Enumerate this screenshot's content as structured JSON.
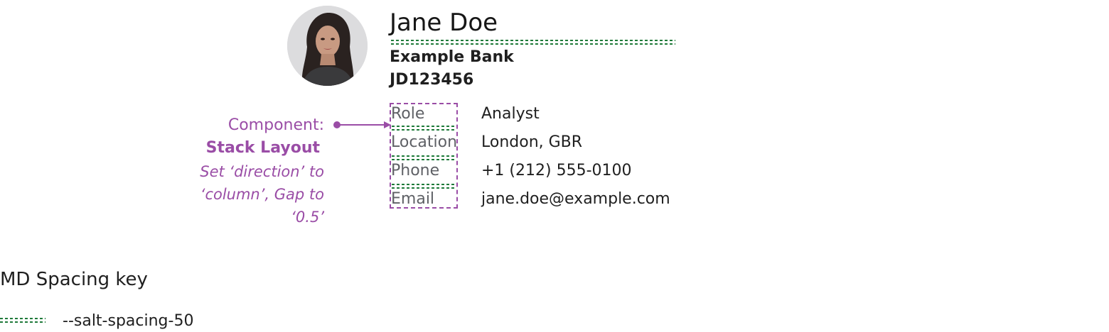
{
  "profile": {
    "name": "Jane Doe",
    "company": "Example Bank",
    "id": "JD123456",
    "avatar_alt": "avatar"
  },
  "details": [
    {
      "label": "Role",
      "value": "Analyst"
    },
    {
      "label": "Location",
      "value": "London, GBR"
    },
    {
      "label": "Phone",
      "value": "+1 (212) 555-0100"
    },
    {
      "label": "Email",
      "value": "jane.doe@example.com"
    }
  ],
  "annotation": {
    "component_label": "Component:",
    "component_name": "Stack Layout",
    "note_line1": "Set ‘direction’ to",
    "note_line2": "‘column’, Gap to",
    "note_line3": "‘0.5’"
  },
  "key": {
    "title": "MD Spacing key",
    "item_label": "--salt-spacing-50"
  },
  "colors": {
    "annotation": "#9a4da6",
    "spacing": "#1f7a3a",
    "label_text": "#5f6166"
  }
}
